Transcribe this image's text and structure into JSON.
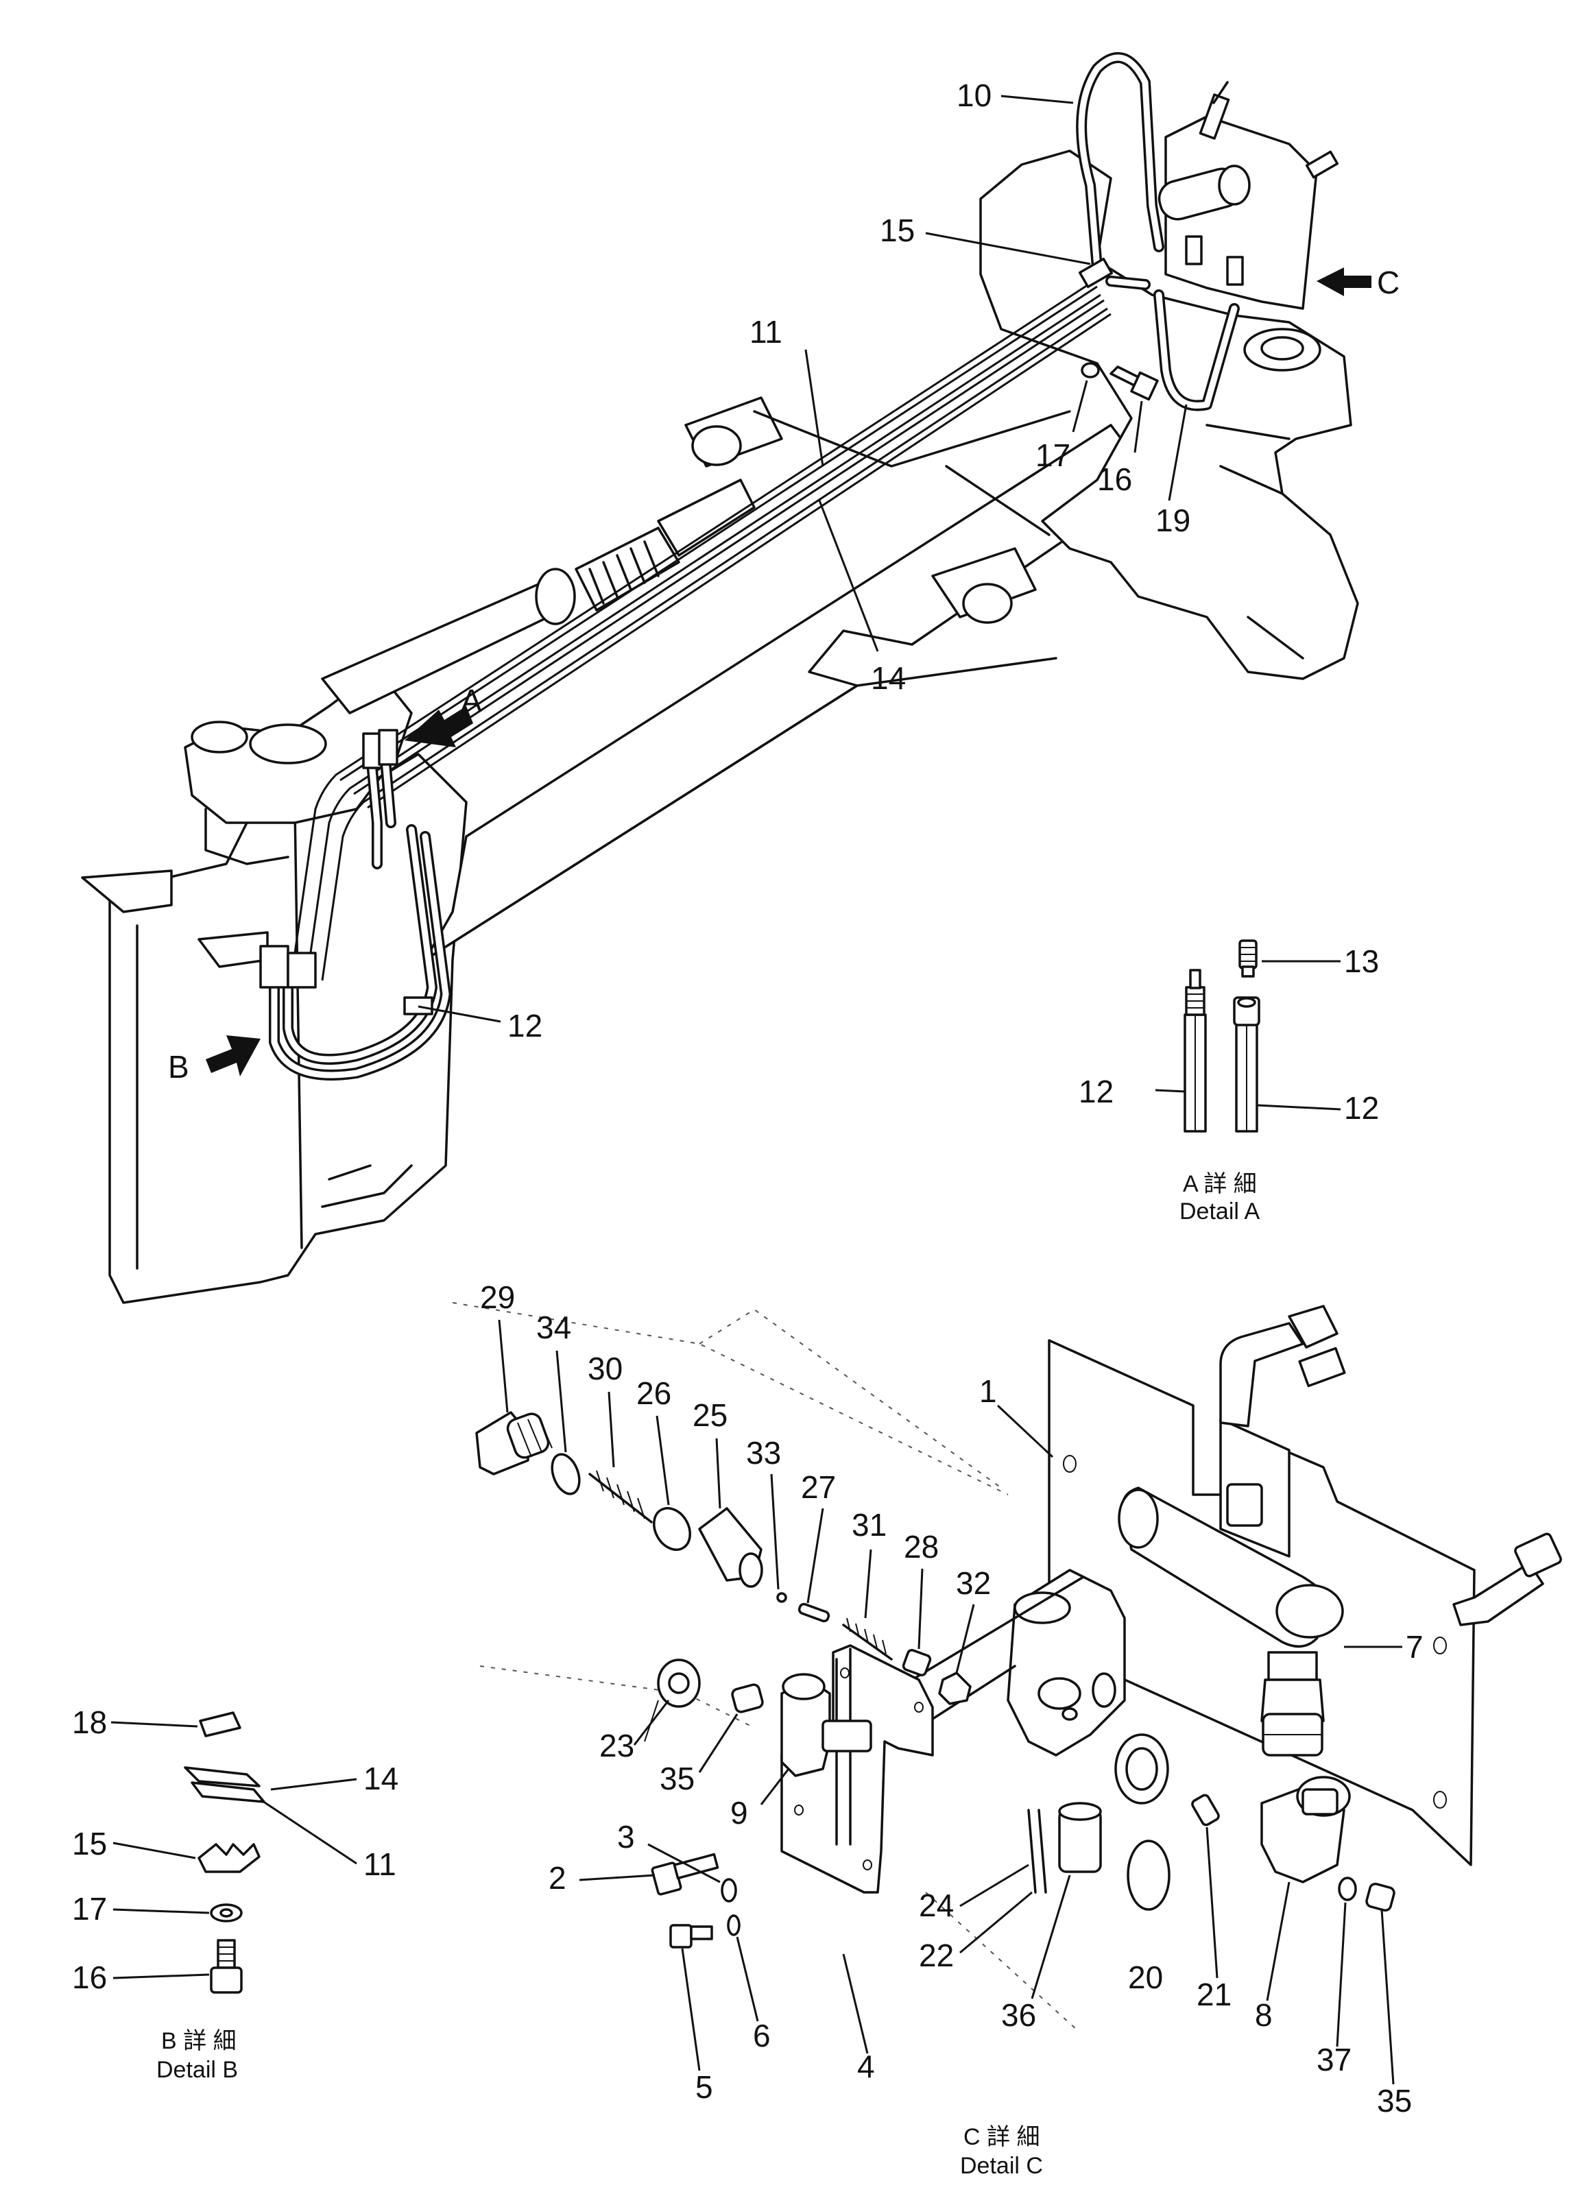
{
  "callouts_main": [
    "10",
    "15",
    "11",
    "17",
    "16",
    "19",
    "14",
    "12"
  ],
  "callouts_detail_a": [
    "13",
    "12",
    "12"
  ],
  "view_arrows": [
    "A",
    "B",
    "C"
  ],
  "callouts_detail_c": [
    "29",
    "34",
    "30",
    "26",
    "25",
    "33",
    "27",
    "31",
    "28",
    "32",
    "1",
    "7",
    "23",
    "35",
    "9",
    "3",
    "2",
    "5",
    "6",
    "4",
    "24",
    "22",
    "36",
    "20",
    "21",
    "8",
    "37",
    "35"
  ],
  "callouts_detail_b": [
    "18",
    "14",
    "15",
    "11",
    "17",
    "16"
  ],
  "captions": {
    "detail_a": {
      "cjk": "A 詳 細",
      "en": "Detail  A"
    },
    "detail_b": {
      "cjk": "B 詳 細",
      "en": "Detail  B"
    },
    "detail_c": {
      "cjk": "C 詳 細",
      "en": "Detail  C"
    }
  }
}
